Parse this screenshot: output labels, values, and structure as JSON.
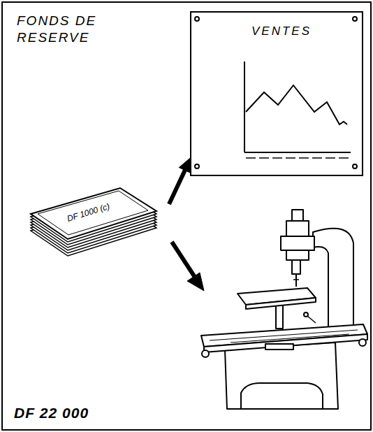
{
  "diagram": {
    "nodes": [
      {
        "text": [
          "FONDS DE RESERVE",
          "DF 22 000"
        ]
      },
      {
        "text": [
          "VENTES"
        ],
        "in": 0
      },
      {
        "text": [
          "DF 1000 (c)"
        ],
        "in": 0
      }
    ],
    "edges": [
      {
        "from": 2,
        "to": 1,
        "arrow": "to"
      }
    ]
  }
}
